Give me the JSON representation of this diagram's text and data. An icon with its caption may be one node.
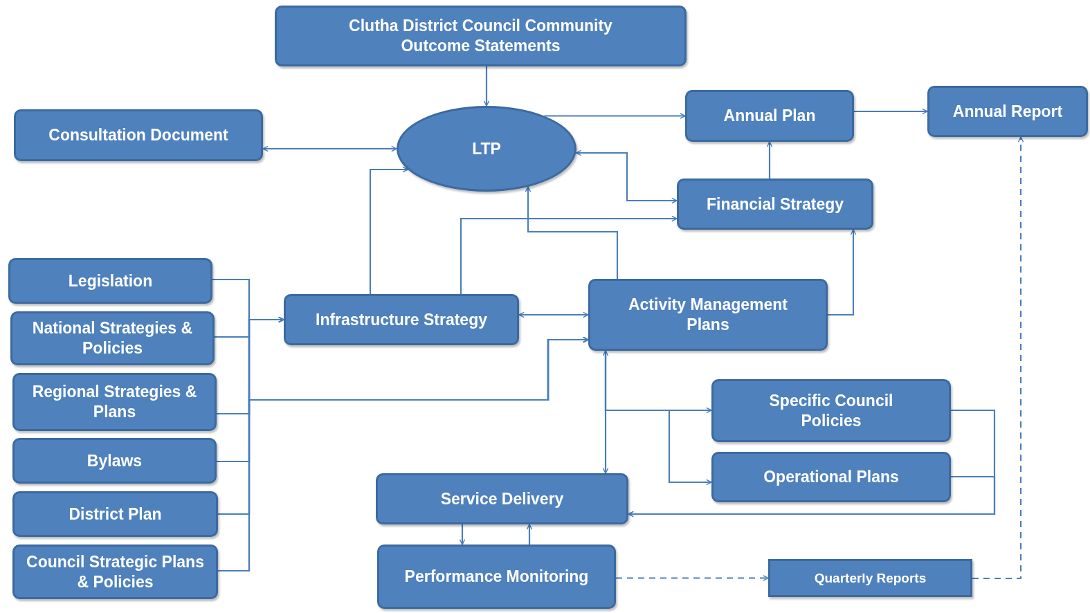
{
  "diagram": {
    "nodes": [
      {
        "text": [
          "Clutha District Council Community Outcome Statements"
        ]
      },
      {
        "text": [
          "Consultation Document"
        ]
      },
      {
        "text": [
          "LTP"
        ]
      },
      {
        "text": [
          "Annual Plan"
        ]
      },
      {
        "text": [
          "Annual Report"
        ]
      },
      {
        "text": [
          "Financial Strategy"
        ]
      },
      {
        "text": [
          "Legislation"
        ]
      },
      {
        "text": [
          "National Strategies & Policies"
        ]
      },
      {
        "text": [
          "Regional Strategies & Plans"
        ]
      },
      {
        "text": [
          "Bylaws"
        ]
      },
      {
        "text": [
          "District Plan"
        ]
      },
      {
        "text": [
          "Council Strategic Plans & Policies"
        ]
      },
      {
        "text": [
          "Infrastructure Strategy"
        ]
      },
      {
        "text": [
          "Activity Management Plans"
        ]
      },
      {
        "text": [
          "Specific Council Policies"
        ]
      },
      {
        "text": [
          "Operational Plans"
        ]
      },
      {
        "text": [
          "Service Delivery"
        ]
      },
      {
        "text": [
          "Performance Monitoring"
        ]
      },
      {
        "text": [
          "Quarterly Reports"
        ]
      }
    ],
    "edges": [
      {
        "from": 0,
        "to": 2,
        "arrow": "to"
      },
      {
        "from": 1,
        "to": 2,
        "arrow": "both"
      },
      {
        "from": 2,
        "to": 3,
        "arrow": "to"
      },
      {
        "from": 3,
        "to": 4,
        "arrow": "to"
      },
      {
        "from": 5,
        "to": 3,
        "arrow": "to"
      },
      {
        "from": 5,
        "to": 2,
        "arrow": "both"
      },
      {
        "from": 12,
        "to": 2,
        "arrow": "to"
      },
      {
        "from": 12,
        "to": 5,
        "arrow": "to"
      },
      {
        "from": 13,
        "to": 2,
        "arrow": "to"
      },
      {
        "from": 13,
        "to": 5,
        "arrow": "to"
      },
      {
        "from": 12,
        "to": 13,
        "arrow": "both"
      },
      {
        "from": 6,
        "to": 12,
        "arrow": "to"
      },
      {
        "from": 7,
        "to": 12,
        "arrow": "to"
      },
      {
        "from": 8,
        "to": 12,
        "arrow": "to"
      },
      {
        "from": 9,
        "to": 12,
        "arrow": "to"
      },
      {
        "from": 10,
        "to": 12,
        "arrow": "to"
      },
      {
        "from": 11,
        "to": 12,
        "arrow": "to"
      },
      {
        "from": 6,
        "to": 13,
        "arrow": "to"
      },
      {
        "from": 7,
        "to": 13,
        "arrow": "to"
      },
      {
        "from": 8,
        "to": 13,
        "arrow": "to"
      },
      {
        "from": 9,
        "to": 13,
        "arrow": "to"
      },
      {
        "from": 10,
        "to": 13,
        "arrow": "to"
      },
      {
        "from": 11,
        "to": 13,
        "arrow": "to"
      },
      {
        "from": 13,
        "to": 16,
        "arrow": "both"
      },
      {
        "from": 13,
        "to": 14,
        "arrow": "to"
      },
      {
        "from": 13,
        "to": 15,
        "arrow": "to"
      },
      {
        "from": 14,
        "to": 16,
        "arrow": "to"
      },
      {
        "from": 15,
        "to": 16,
        "arrow": "to"
      },
      {
        "from": 16,
        "to": 17,
        "arrow": "to"
      },
      {
        "from": 17,
        "to": 16,
        "arrow": "to"
      },
      {
        "from": 17,
        "to": 18,
        "arrow": "to",
        "style": "dashed"
      },
      {
        "from": 18,
        "to": 4,
        "arrow": "to",
        "style": "dashed"
      }
    ]
  }
}
